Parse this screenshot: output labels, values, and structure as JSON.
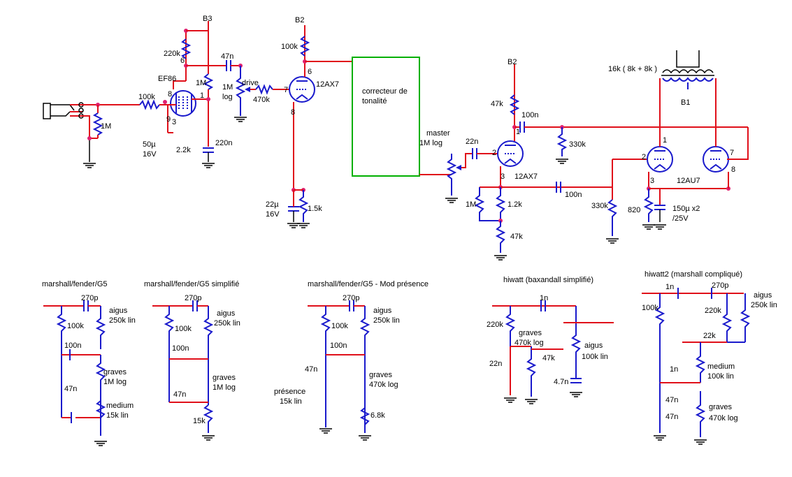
{
  "main": {
    "supplies": {
      "b3": "B3",
      "b2a": "B2",
      "b2b": "B2",
      "b1": "B1"
    },
    "tubes": {
      "ef86": "EF86",
      "v1": "12AX7",
      "v2": "12AX7",
      "v3": "12AU7"
    },
    "tone_block": {
      "line1": "correcteur de",
      "line2": "tonalité"
    },
    "transformer": "16k ( 8k + 8k )",
    "labels": {
      "r_220k": "220k",
      "c_47n": "47n",
      "r_1m_g": "1M",
      "r_1m_in": "1M",
      "r_100k_in": "100k",
      "c_50u": "50µ",
      "v_16v_a": "16V",
      "r_2k2": "2.2k",
      "c_220n": "220n",
      "drive": "drive",
      "drive_val": "1M",
      "drive_law": "log",
      "r_470k": "470k",
      "r_100k_b2": "100k",
      "c_22u": "22µ",
      "v_16v_b": "16V",
      "r_1k5": "1.5k",
      "master": "master",
      "master_val": "1M log",
      "c_22n": "22n",
      "r_47k_a": "47k",
      "c_100n_a": "100n",
      "r_330k_a": "330k",
      "r_1m_b": "1M",
      "r_1k2": "1.2k",
      "r_47k_b": "47k",
      "c_100n_b": "100n",
      "r_330k_b": "330k",
      "r_820": "820",
      "c_150u": "150µ x2",
      "v_25v": "/25V"
    },
    "pins": {
      "p6": "6",
      "p8": "8",
      "p1": "1",
      "p9": "9",
      "p3a": "3",
      "p7": "7",
      "p8b": "8",
      "p1b": "1",
      "p2": "2",
      "p3b": "3",
      "p1c": "1",
      "p6b": "6",
      "p2b": "2",
      "p3c": "3",
      "p7b": "7",
      "p8c": "8"
    }
  },
  "stacks": [
    {
      "title": "marshall/fender/G5",
      "c1": "270p",
      "pot1": "aigus",
      "pot1v": "250k lin",
      "r": "100k",
      "c2": "100n",
      "pot2": "graves",
      "pot2v": "1M log",
      "c3": "47n",
      "pot3": "medium",
      "pot3v": "15k lin"
    },
    {
      "title": "marshall/fender/G5 simplifié",
      "c1": "270p",
      "pot1": "aigus",
      "pot1v": "250k lin",
      "r": "100k",
      "c2": "100n",
      "pot2": "graves",
      "pot2v": "1M log",
      "c3": "47n",
      "r2": "15k"
    },
    {
      "title": "marshall/fender/G5 - Mod présence",
      "c1": "270p",
      "pot1": "aigus",
      "pot1v": "250k lin",
      "r": "100k",
      "c2": "100n",
      "pot2": "graves",
      "pot2v": "470k log",
      "c3": "47n",
      "pot3": "présence",
      "pot3v": "15k lin",
      "r2": "6.8k"
    },
    {
      "title": "hiwatt (baxandall simplifié)",
      "c1": "1n",
      "r": "220k",
      "pot2": "graves",
      "pot2v": "470k log",
      "c2": "22n",
      "r2": "47k",
      "pot1": "aigus",
      "pot1v": "100k lin",
      "c3": "4.7n"
    },
    {
      "title": "hiwatt2 (marshall compliqué)",
      "c0": "1n",
      "c1": "270p",
      "pot1": "aigus",
      "pot1v": "250k lin",
      "r": "100k",
      "r1": "220k",
      "r2": "22k",
      "c2": "1n",
      "pot2": "medium",
      "pot2v": "100k lin",
      "c3": "47n",
      "c4": "47n",
      "pot3": "graves",
      "pot3v": "470k log"
    }
  ]
}
